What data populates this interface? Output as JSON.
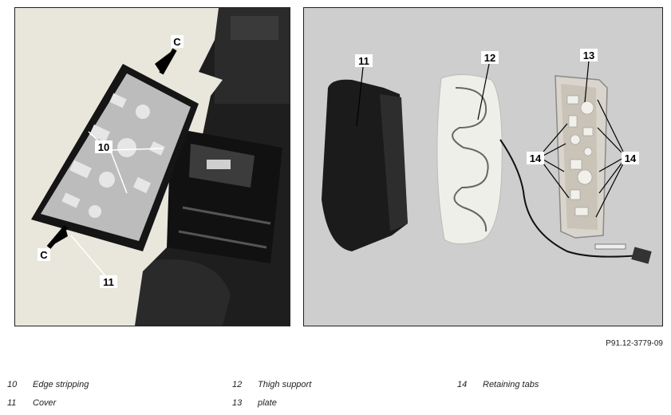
{
  "left_panel": {
    "callouts": {
      "c_top": "C",
      "c_bottom": "C",
      "n10": "10",
      "n11": "11"
    }
  },
  "right_panel": {
    "callouts": {
      "n11": "11",
      "n12": "12",
      "n13": "13",
      "n14_left": "14",
      "n14_right": "14"
    }
  },
  "figure_ref": "P91.12-3779-09",
  "legend": [
    {
      "num": "10",
      "text": "Edge stripping"
    },
    {
      "num": "11",
      "text": "Cover"
    },
    {
      "num": "12",
      "text": "Thigh support"
    },
    {
      "num": "13",
      "text": "plate"
    },
    {
      "num": "14",
      "text": "Retaining tabs"
    }
  ]
}
